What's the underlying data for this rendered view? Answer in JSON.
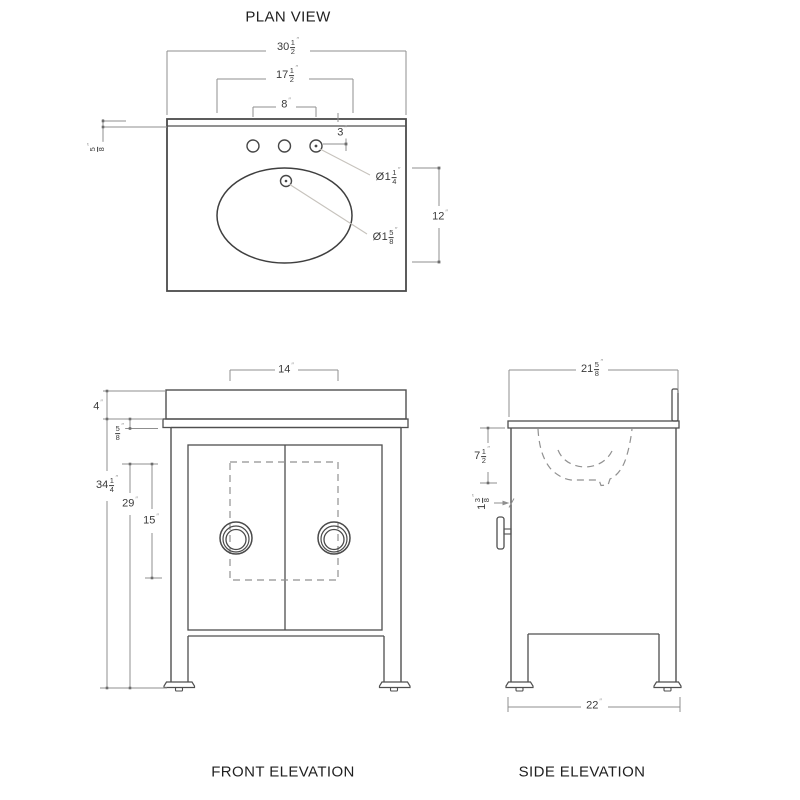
{
  "drawing": {
    "type": "vanity cabinet shop drawing",
    "views": {
      "plan": {
        "title": "PLAN VIEW"
      },
      "front": {
        "title": "FRONT ELEVATION"
      },
      "side": {
        "title": "SIDE ELEVATION"
      }
    }
  },
  "colors": {
    "background": "#ffffff",
    "object_line": "#4f4f4f",
    "dimension_line": "#8f8f8f",
    "leader_line": "#c7c3bd",
    "dashed_line": "#919191",
    "text": "#3a3a3a"
  },
  "plan": {
    "dims": {
      "overall_width": {
        "whole": "30",
        "num": "1",
        "den": "2",
        "unit": "″"
      },
      "cutout_width": {
        "whole": "17",
        "num": "1",
        "den": "2",
        "unit": "″"
      },
      "faucet_spread": {
        "whole": "8",
        "unit": "″"
      },
      "side_hole_offset": {
        "whole": "3",
        "unit": "″"
      },
      "backsplash_thickness": {
        "num": "5",
        "den": "8",
        "unit": "″"
      },
      "faucet_hole_diameter": {
        "prefix": "Ø",
        "whole": "1",
        "num": "1",
        "den": "4",
        "unit": "″"
      },
      "drain_hole_diameter": {
        "prefix": "Ø",
        "whole": "1",
        "num": "5",
        "den": "8",
        "unit": "″"
      },
      "sink_depth": {
        "whole": "12",
        "unit": "″"
      }
    }
  },
  "front": {
    "dims": {
      "door_opening_width": {
        "whole": "14",
        "unit": "″"
      },
      "backsplash_height": {
        "whole": "4",
        "unit": "″"
      },
      "counter_thickness": {
        "num": "5",
        "den": "8",
        "unit": "″"
      },
      "overall_height": {
        "whole": "34",
        "num": "1",
        "den": "4",
        "unit": "″"
      },
      "opening_top_height": {
        "whole": "29",
        "unit": "″"
      },
      "opening_height": {
        "whole": "15",
        "unit": "″"
      }
    }
  },
  "side": {
    "dims": {
      "counter_depth": {
        "whole": "21",
        "num": "5",
        "den": "8",
        "unit": "″"
      },
      "bowl_depth": {
        "whole": "7",
        "num": "1",
        "den": "2",
        "unit": "″"
      },
      "handle_projection": {
        "whole": "1",
        "num": "3",
        "den": "8",
        "unit": "″"
      },
      "base_depth": {
        "whole": "22",
        "unit": "″"
      }
    }
  }
}
